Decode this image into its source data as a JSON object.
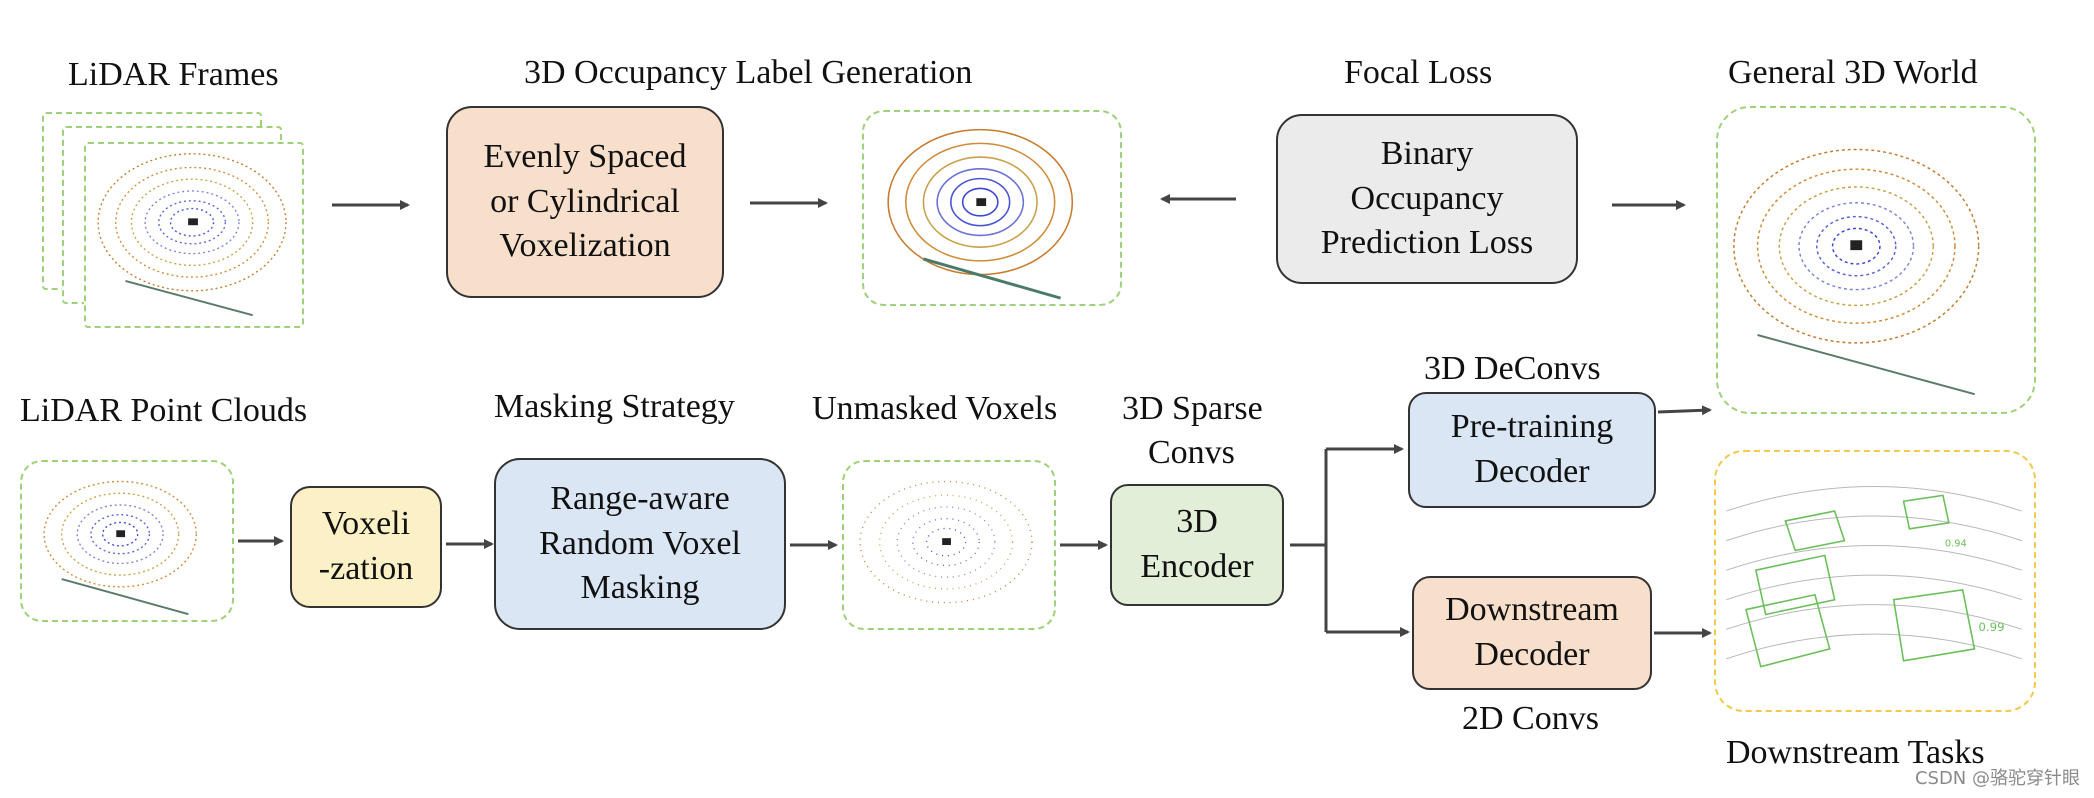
{
  "labels": {
    "lidar_frames": "LiDAR Frames",
    "occupancy_label_generation": "3D Occupancy Label Generation",
    "focal_loss": "Focal Loss",
    "general_3d_world": "General 3D World",
    "lidar_point_clouds": "LiDAR Point Clouds",
    "masking_strategy": "Masking Strategy",
    "unmasked_voxels": "Unmasked Voxels",
    "sparse_convs_line1": "3D Sparse",
    "sparse_convs_line2": "Convs",
    "deconvs": "3D DeConvs",
    "convs_2d": "2D Convs",
    "downstream_tasks": "Downstream Tasks"
  },
  "boxes": {
    "voxelization_method": [
      "Evenly Spaced",
      "or Cylindrical",
      "Voxelization"
    ],
    "binary_occupancy_loss": [
      "Binary",
      "Occupancy",
      "Prediction Loss"
    ],
    "voxelization": [
      "Voxeli",
      "-zation"
    ],
    "range_aware_masking": [
      "Range-aware",
      "Random Voxel",
      "Masking"
    ],
    "encoder_3d": [
      "3D",
      "Encoder"
    ],
    "pretraining_decoder": [
      "Pre-training",
      "Decoder"
    ],
    "downstream_decoder": [
      "Downstream",
      "Decoder"
    ]
  },
  "detection_scores": [
    "0.99",
    "0.94"
  ],
  "colors": {
    "peach": "#f7dfcb",
    "gray": "#ebebeb",
    "yellow": "#fcf1c6",
    "blue": "#dae6f4",
    "green": "#e2eed8",
    "frame_green": "#9fd07a",
    "frame_yellow": "#f2c94c"
  },
  "watermark": "CSDN @骆驼穿针眼"
}
